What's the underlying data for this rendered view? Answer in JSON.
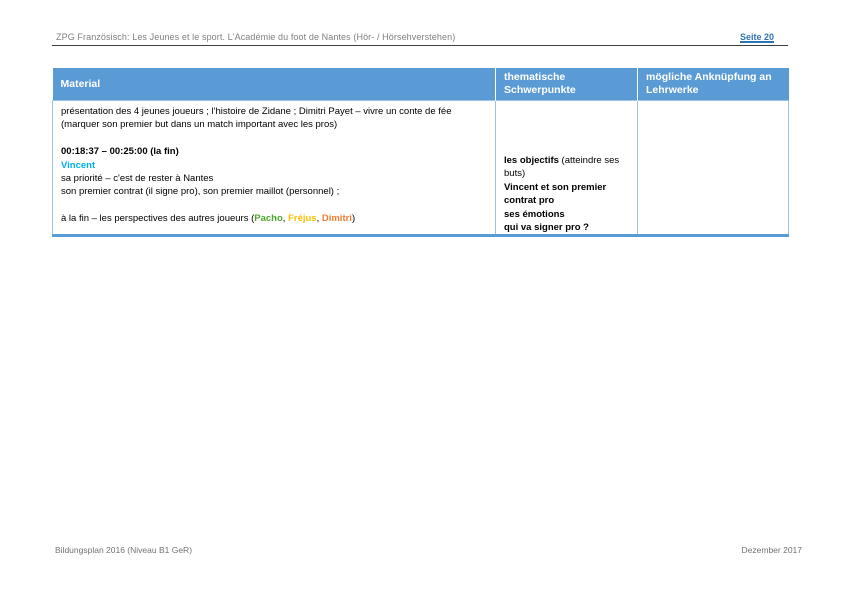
{
  "header": {
    "title": "ZPG Französisch: Les Jeunes et le sport. L'Académie du foot de Nantes (Hör- / Hörsehverstehen)",
    "page_label": "Seite 20"
  },
  "table": {
    "columns": [
      "Material",
      "thematische Schwerpunkte",
      "mögliche Anknüpfung an Lehrwerke"
    ],
    "material": {
      "intro_line1": "présentation des 4 jeunes joueurs ; l'histoire de Zidane ; Dimitri Payet – vivre un conte de fée",
      "intro_line2": "(marquer son premier but dans un match important avec les pros)",
      "timecode": "00:18:37 – 00:25:00 (la fin)",
      "speaker": "Vincent",
      "priority_line": "sa priorité – c'est de rester à Nantes",
      "contract_line": "son premier contrat (il signe pro), son premier maillot (personnel) ;",
      "ending_segments": [
        {
          "name": "ending-prefix",
          "text": "à la fin – les perspectives des autres joueurs (",
          "bold": false,
          "color": "#000000"
        },
        {
          "name": "player-pacho",
          "text": "Pacho",
          "bold": true,
          "color": "#4EA72E"
        },
        {
          "name": "separator",
          "text": ", ",
          "bold": false,
          "color": "#000000"
        },
        {
          "name": "player-frejus",
          "text": "Fréjus",
          "bold": true,
          "color": "#FFC000"
        },
        {
          "name": "separator",
          "text": ", ",
          "bold": false,
          "color": "#000000"
        },
        {
          "name": "player-dimitri",
          "text": "Dimitri",
          "bold": true,
          "color": "#ED7D31"
        },
        {
          "name": "ending-suffix",
          "text": ")",
          "bold": false,
          "color": "#000000"
        }
      ]
    },
    "schwerpunkte": {
      "line1_segments": [
        {
          "name": "objectives-label",
          "text": "les objectifs",
          "bold": true,
          "color": "#000000"
        },
        {
          "name": "objectives-note",
          "text": " (atteindre ses buts)",
          "bold": false,
          "color": "#000000"
        }
      ],
      "line2": "Vincent et son premier contrat pro",
      "line3": "ses émotions",
      "line4": "qui va signer pro ?"
    }
  },
  "footer": {
    "left": "Bildungsplan 2016 (Niveau B1 GeR)",
    "right": "Dezember 2017"
  },
  "colors": {
    "table_header_fill": "#5B9BD5",
    "table_border_light": "#9DC3E6",
    "table_bottom_border": "#5B9BD5",
    "header_rule": "#3f3f3f",
    "header_text_gray": "#7f7f7f",
    "page_number_blue": "#2E74B5",
    "vincent_blue": "#00B0F0",
    "player_green": "#4EA72E",
    "player_gold": "#FFC000",
    "player_orange": "#ED7D31",
    "footer_gray": "#767171"
  }
}
